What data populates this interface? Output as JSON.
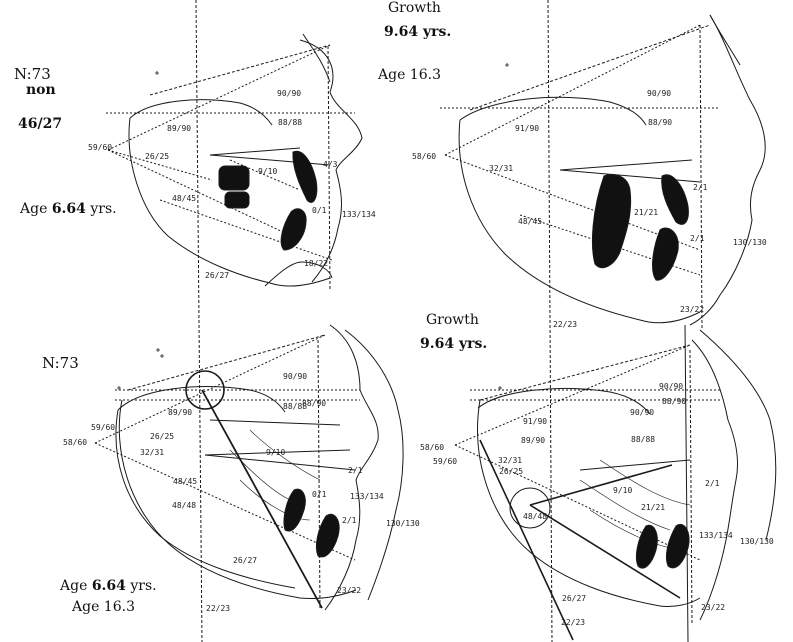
{
  "headers": {
    "growth_top": "Growth",
    "growth_top_years": "9.64 yrs.",
    "growth_bottom": "Growth",
    "growth_bottom_years": "9.64 yrs."
  },
  "texts": {
    "n_top": "N:73",
    "non": "non",
    "ratio": "46/27",
    "age_top_left_prefix": "Age",
    "age_top_left_value": "6.64",
    "age_top_left_unit": "yrs.",
    "age_top_right": "Age 16.3",
    "n_bottom": "N:73",
    "age_bottom_prefix": "Age",
    "age_bottom_value": "6.64",
    "age_bottom_unit": "yrs.",
    "age_bottom_second": "Age 16.3"
  },
  "labels": {
    "p1": [
      "90/90",
      "88/88",
      "89/90",
      "59/60",
      "26/25",
      "9/10",
      "4/3",
      "0/1",
      "48/45",
      "133/134",
      "18/22",
      "26/27"
    ],
    "p2": [
      "90/90",
      "88/90",
      "91/90",
      "58/60",
      "32/31",
      "2/1",
      "21/21",
      "48/45",
      "2/1",
      "130/130",
      "23/22",
      "22/23"
    ],
    "p3": [
      "90/90",
      "88/90",
      "88/88",
      "89/90",
      "59/60",
      "58/60",
      "26/25",
      "32/31",
      "9/10",
      "48/45",
      "48/48",
      "2/1",
      "0/1",
      "133/134",
      "2/1",
      "130/130",
      "26/27",
      "23/22",
      "22/23"
    ],
    "p4": [
      "90/90",
      "91/90",
      "89/90",
      "88/90",
      "90/90",
      "88/88",
      "58/60",
      "59/60",
      "32/31",
      "26/25",
      "9/10",
      "48/48",
      "21/21",
      "2/1",
      "133/134",
      "130/130",
      "26/27",
      "23/22",
      "22/23"
    ]
  }
}
